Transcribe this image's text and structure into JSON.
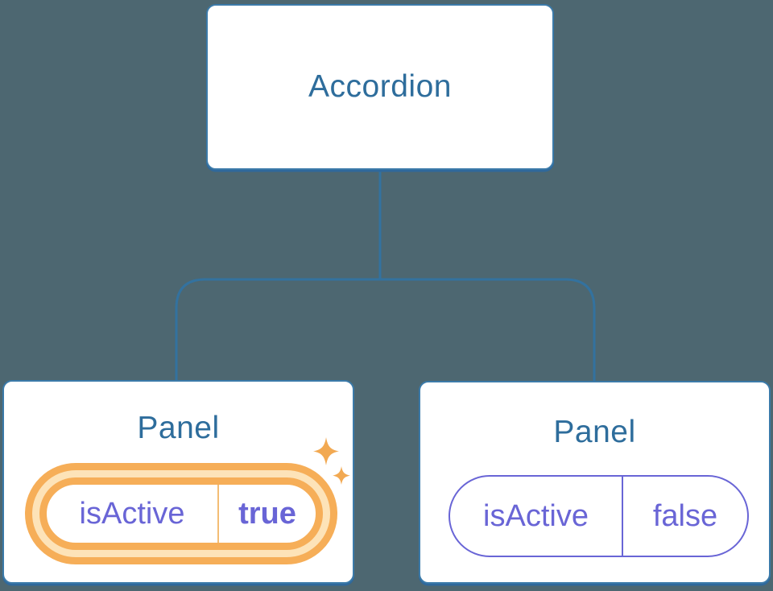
{
  "diagram": {
    "type": "component-tree",
    "root": {
      "label": "Accordion"
    },
    "children": [
      {
        "label": "Panel",
        "state": {
          "name": "isActive",
          "value": "true"
        },
        "highlighted": true,
        "badge": "sparkles-icon"
      },
      {
        "label": "Panel",
        "state": {
          "name": "isActive",
          "value": "false"
        },
        "highlighted": false
      }
    ]
  },
  "colors": {
    "background": "#4d6771",
    "card_fill": "#ffffff",
    "card_border": "#3b7aa9",
    "card_shadow": "#2f689b",
    "connector_line": "#33729f",
    "title_text": "#2e6d9c",
    "state_text": "#6965d6",
    "highlight_ring": "#f6ae58",
    "highlight_halo": "#fde3b8",
    "highlight_divider": "#f3bd74",
    "sparkle": "#f2a952"
  }
}
